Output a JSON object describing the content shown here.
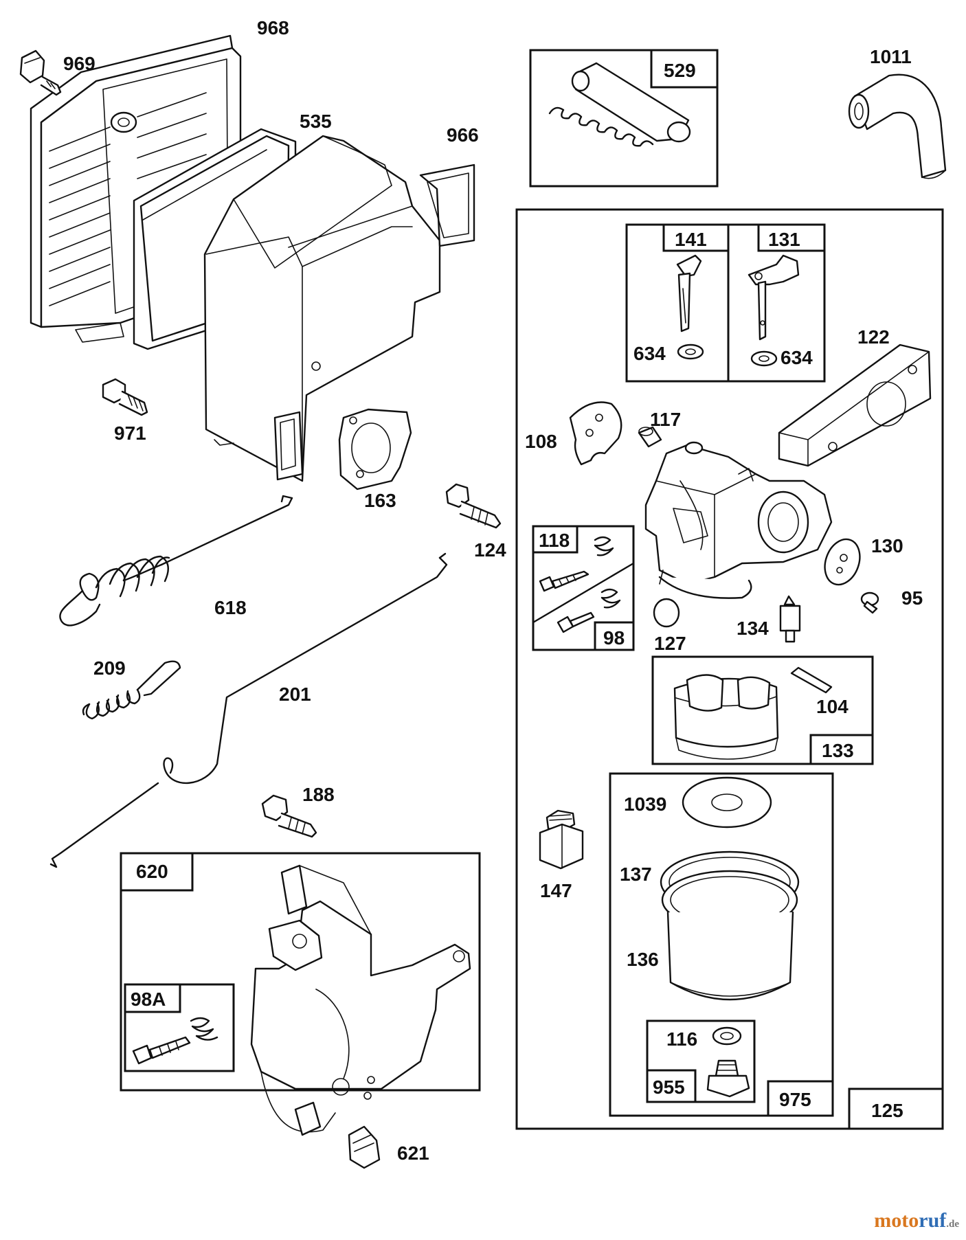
{
  "diagram": {
    "parts": [
      {
        "id": "968",
        "label": "968"
      },
      {
        "id": "969",
        "label": "969"
      },
      {
        "id": "535",
        "label": "535"
      },
      {
        "id": "966",
        "label": "966"
      },
      {
        "id": "971",
        "label": "971"
      },
      {
        "id": "163",
        "label": "163"
      },
      {
        "id": "124",
        "label": "124"
      },
      {
        "id": "618",
        "label": "618"
      },
      {
        "id": "209",
        "label": "209"
      },
      {
        "id": "201",
        "label": "201"
      },
      {
        "id": "188",
        "label": "188"
      },
      {
        "id": "620",
        "label": "620"
      },
      {
        "id": "98A",
        "label": "98A"
      },
      {
        "id": "621",
        "label": "621"
      },
      {
        "id": "529",
        "label": "529"
      },
      {
        "id": "1011",
        "label": "1011"
      },
      {
        "id": "141",
        "label": "141"
      },
      {
        "id": "131",
        "label": "131"
      },
      {
        "id": "634a",
        "label": "634"
      },
      {
        "id": "634b",
        "label": "634"
      },
      {
        "id": "122",
        "label": "122"
      },
      {
        "id": "108",
        "label": "108"
      },
      {
        "id": "117",
        "label": "117"
      },
      {
        "id": "118",
        "label": "118"
      },
      {
        "id": "98",
        "label": "98"
      },
      {
        "id": "130",
        "label": "130"
      },
      {
        "id": "95",
        "label": "95"
      },
      {
        "id": "127",
        "label": "127"
      },
      {
        "id": "134",
        "label": "134"
      },
      {
        "id": "104",
        "label": "104"
      },
      {
        "id": "133",
        "label": "133"
      },
      {
        "id": "147",
        "label": "147"
      },
      {
        "id": "1039",
        "label": "1039"
      },
      {
        "id": "137",
        "label": "137"
      },
      {
        "id": "136",
        "label": "136"
      },
      {
        "id": "116",
        "label": "116"
      },
      {
        "id": "955",
        "label": "955"
      },
      {
        "id": "975",
        "label": "975"
      },
      {
        "id": "125",
        "label": "125"
      }
    ]
  },
  "watermark": {
    "part1": "moto",
    "part2": "ruf",
    "suffix": ".de"
  }
}
